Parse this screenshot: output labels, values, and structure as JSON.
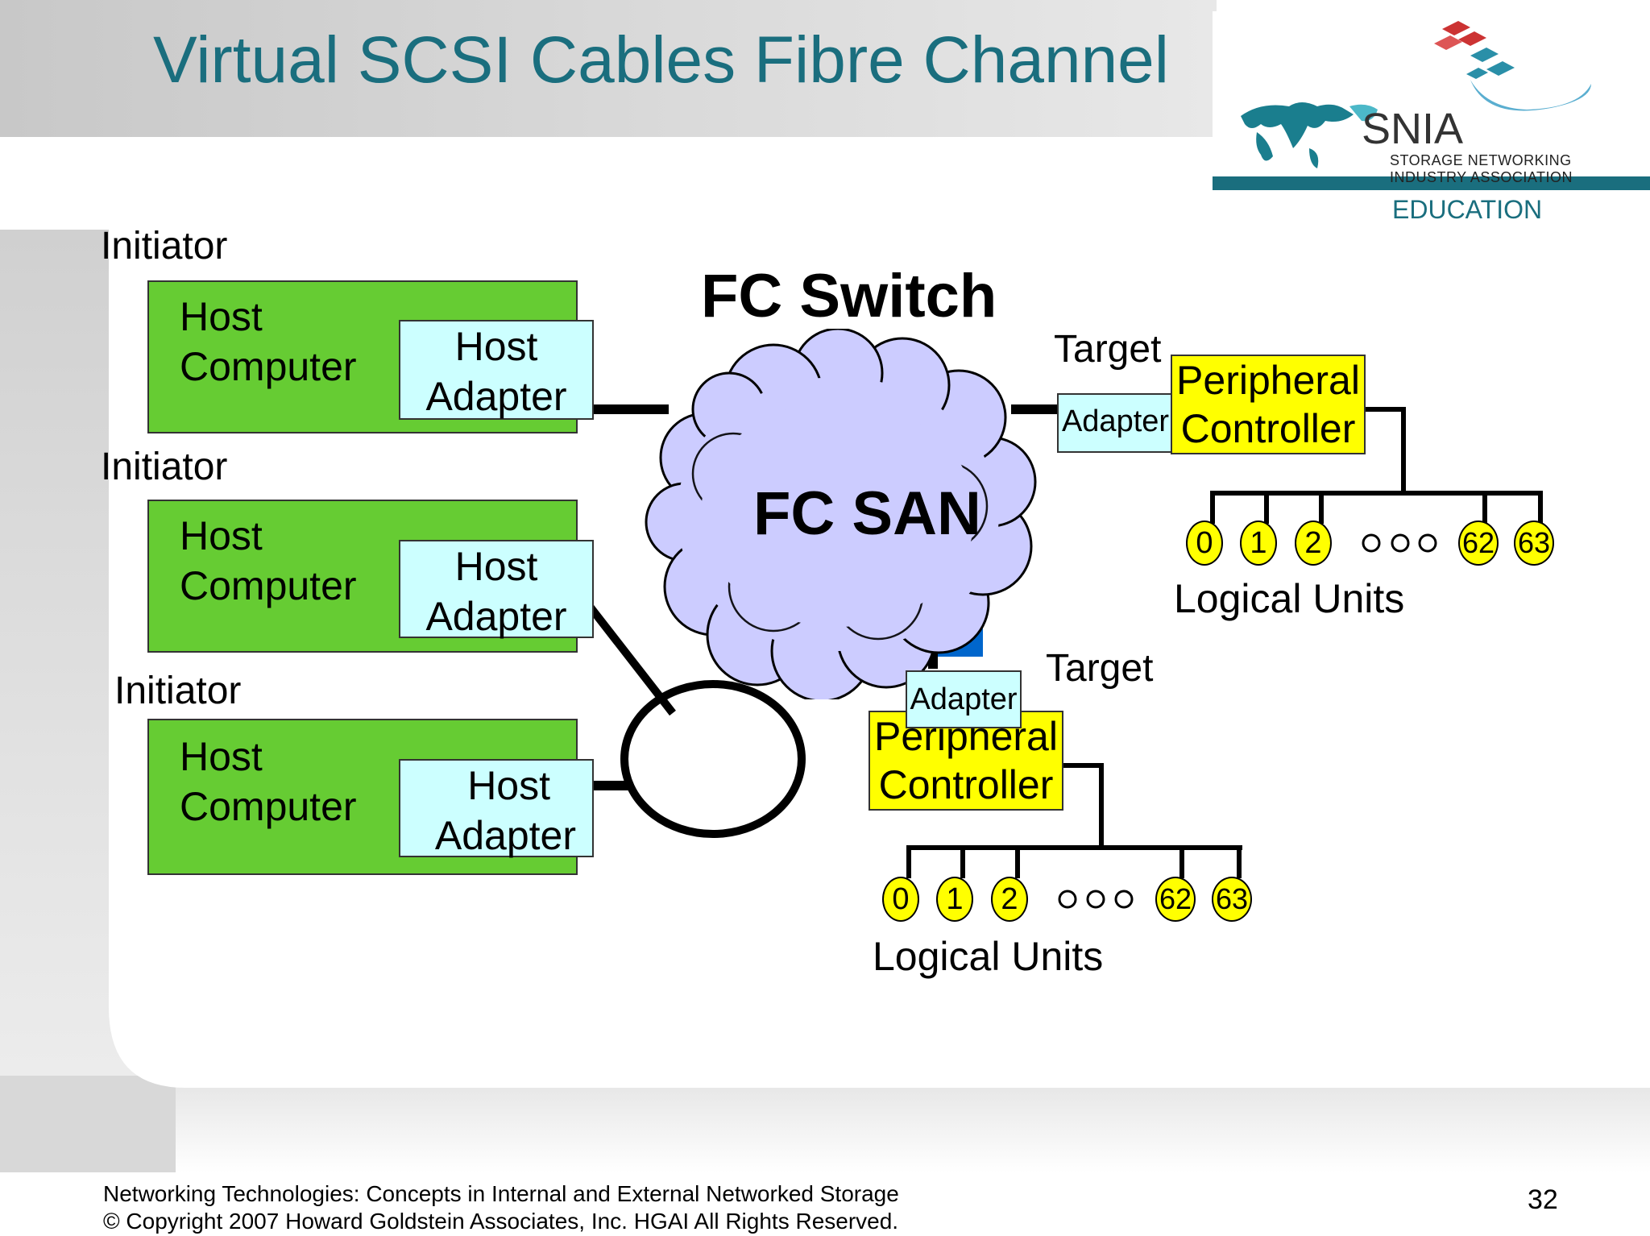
{
  "slide": {
    "title": "Virtual SCSI Cables Fibre Channel",
    "page_number": "32"
  },
  "logo": {
    "name": "SNIA",
    "subtitle": "STORAGE NETWORKING INDUSTRY ASSOCIATION",
    "education": "EDUCATION"
  },
  "diagram": {
    "switch_label": "FC Switch",
    "san_label": "FC SAN",
    "initiators": [
      {
        "role": "Initiator",
        "computer": "Host Computer",
        "adapter_line1": "Host",
        "adapter_line2": "Adapter"
      },
      {
        "role": "Initiator",
        "computer": "Host Computer",
        "adapter_line1": "Host",
        "adapter_line2": "Adapter"
      },
      {
        "role": "Initiator",
        "computer": "Host Computer",
        "adapter_line1": "Host",
        "adapter_line2": "Adapter"
      }
    ],
    "host_line1": "Host",
    "host_line2": "Computer",
    "targets": [
      {
        "role": "Target",
        "adapter": "Adapter",
        "controller_line1": "Peripheral",
        "controller_line2": "Controller",
        "units_label": "Logical Units"
      },
      {
        "role": "Target",
        "adapter": "Adapter",
        "controller_line1": "Peripheral",
        "controller_line2": "Controller",
        "units_label": "Logical Units"
      }
    ],
    "logical_units": [
      "0",
      "1",
      "2",
      "62",
      "63"
    ]
  },
  "footer": {
    "line1": "Networking Technologies: Concepts in Internal and External Networked Storage",
    "line2": "© Copyright 2007 Howard Goldstein Associates, Inc. HGAI All Rights Reserved."
  },
  "colors": {
    "title": "#1a6e7e",
    "host_computer": "#66cc33",
    "adapter": "#ccffff",
    "controller": "#ffff00",
    "cloud": "#ccccff",
    "logo_teal": "#1a6e7e"
  }
}
